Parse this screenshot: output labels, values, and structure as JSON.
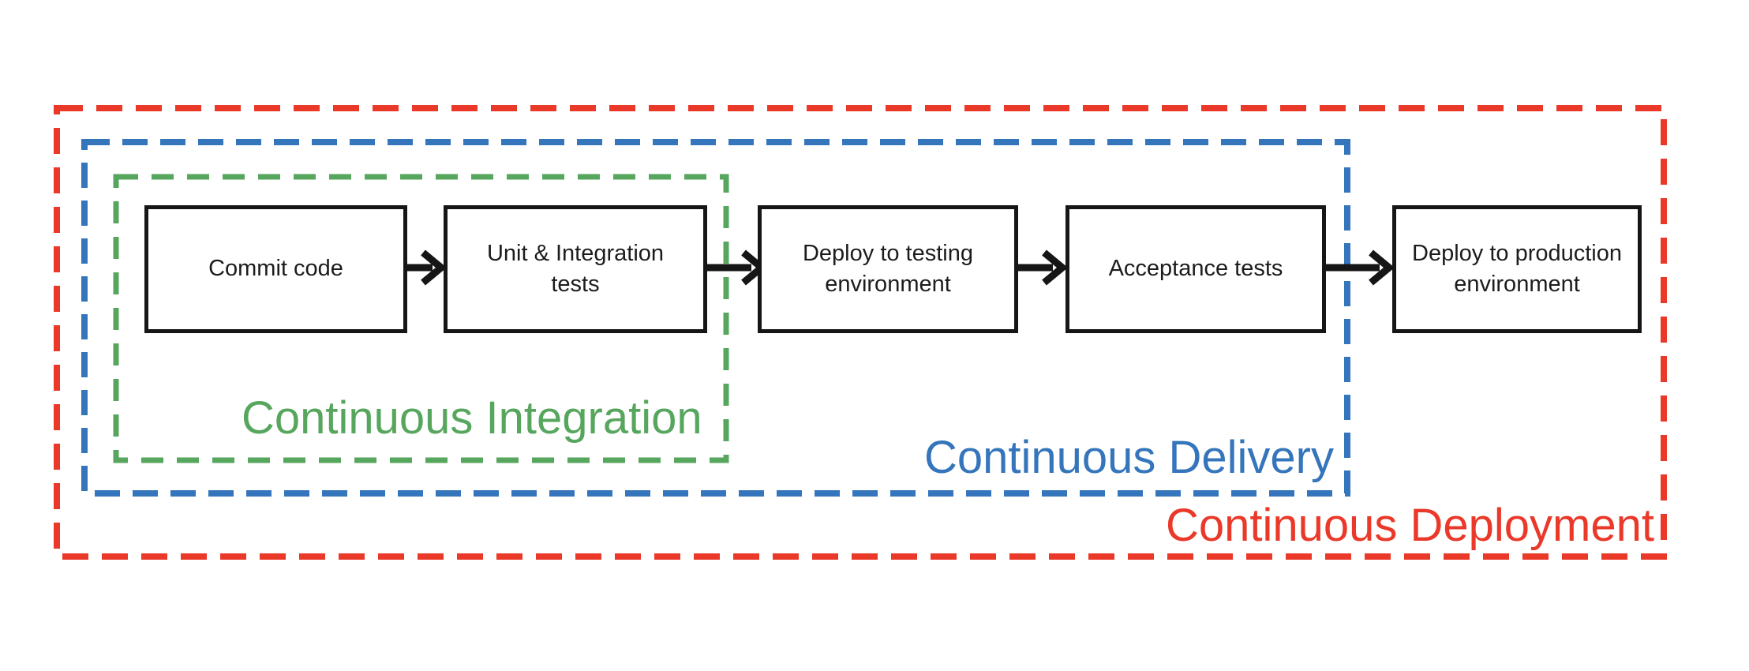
{
  "diagram": {
    "background": "#ffffff",
    "box_border_color": "#161616",
    "arrow_color": "#161616",
    "steps": [
      {
        "label": "Commit code"
      },
      {
        "label": "Unit & Integration tests"
      },
      {
        "label": "Deploy to testing environment"
      },
      {
        "label": "Acceptance tests"
      },
      {
        "label": "Deploy to production environment"
      }
    ],
    "groups": [
      {
        "label": "Continuous Integration",
        "color": "#57a65e"
      },
      {
        "label": "Continuous Delivery",
        "color": "#3475bb"
      },
      {
        "label": "Continuous Deployment",
        "color": "#ea3829"
      }
    ]
  }
}
